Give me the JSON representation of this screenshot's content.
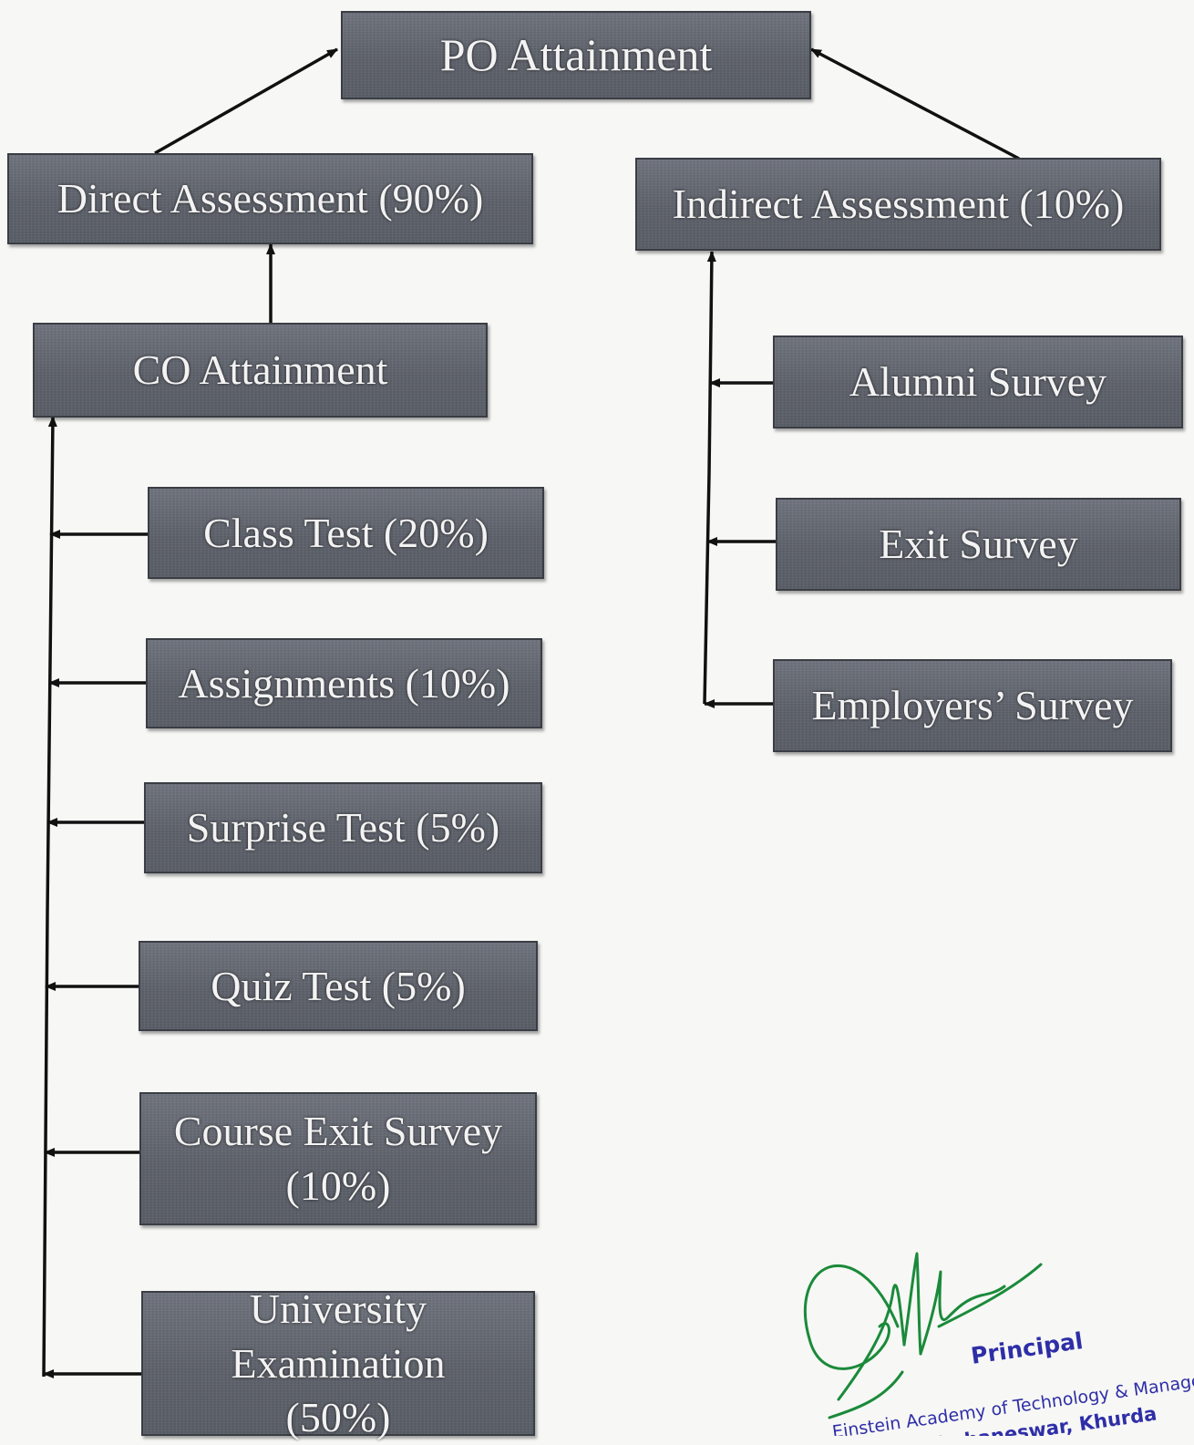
{
  "diagram": {
    "root": {
      "label": "PO Attainment"
    },
    "direct": {
      "label": "Direct Assessment (90%)"
    },
    "indirect": {
      "label": "Indirect Assessment (10%)"
    },
    "co": {
      "label": "CO Attainment"
    },
    "direct_items": [
      {
        "label": "Class Test (20%)"
      },
      {
        "label": "Assignments (10%)"
      },
      {
        "label": "Surprise Test (5%)"
      },
      {
        "label": "Quiz Test (5%)"
      },
      {
        "label": "Course Exit Survey (10%)"
      },
      {
        "label": "University Examination (50%)"
      }
    ],
    "indirect_items": [
      {
        "label": "Alumni Survey"
      },
      {
        "label": "Exit Survey"
      },
      {
        "label": "Employers’ Survey"
      }
    ]
  },
  "stamp": {
    "title": "Principal",
    "line1": "Einstein Academy of Technology & Manage",
    "line2": "Bhubaneswar, Khurda"
  },
  "colors": {
    "box_fill": "#5f636c",
    "box_text": "#f3f3f3",
    "line": "#111111",
    "signature_ink": "#1a8a3a",
    "stamp_ink": "#2e2ea8"
  }
}
